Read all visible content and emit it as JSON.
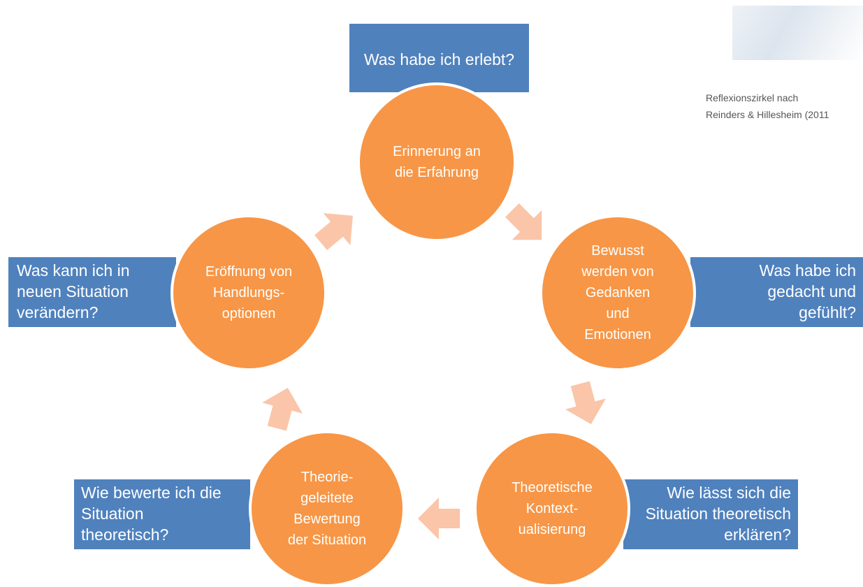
{
  "citation": "Reflexionszirkel nach\nReinders & Hillesheim (2011",
  "colors": {
    "question_box": "#4f81bd",
    "circle": "#f79646",
    "arrow": "#fac5a9"
  },
  "questions": {
    "top": "Was habe ich erlebt?",
    "right": "Was habe ich\ngedacht und\ngefühlt?",
    "bottom_right": "Wie lässt sich die\nSituation theoretisch\nerklären?",
    "bottom_left": "Wie bewerte ich die\nSituation\ntheoretisch?",
    "left": "Was kann ich in\nneuen Situation\nverändern?"
  },
  "steps": {
    "top": "Erinnerung an\ndie Erfahrung",
    "right": "Bewusst\nwerden von\nGedanken\nund\nEmotionen",
    "bottom_right": "Theoretische\nKontext-\nualisierung",
    "bottom_left": "Theorie-\ngeleitete\nBewertung\nder Situation",
    "left": "Eröffnung von\nHandlungs-\noptionen"
  },
  "arrows": [
    "arrow-right-down",
    "arrow-down",
    "arrow-left",
    "arrow-up",
    "arrow-up-right"
  ]
}
